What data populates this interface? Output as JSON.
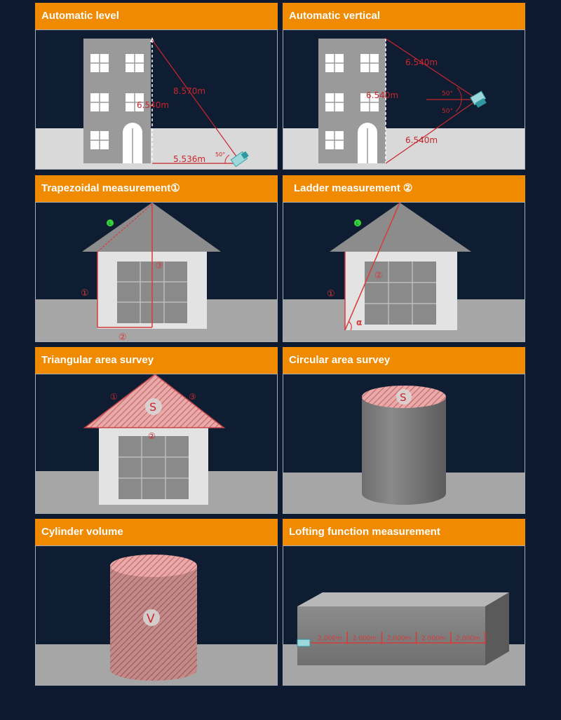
{
  "panels": [
    {
      "title": "Automatic level",
      "labels": {
        "hyp": "8.570m",
        "height": "6.540m",
        "base": "5.536m",
        "angle": "50°"
      }
    },
    {
      "title": "Automatic vertical",
      "labels": {
        "upper": "6.540m",
        "middle": "6.540m",
        "lower": "6.540m",
        "angle_up": "50°",
        "angle_down": "50°"
      }
    },
    {
      "title": "Trapezoidal measurement①",
      "labels": {
        "marker_L": "L",
        "m1": "①",
        "m2": "②",
        "m3": "③"
      }
    },
    {
      "title": "Ladder measurement ②",
      "labels": {
        "marker_L": "L",
        "m1": "①",
        "m2": "②",
        "alpha": "α"
      }
    },
    {
      "title": "Triangular area survey",
      "labels": {
        "area": "S",
        "m1": "①",
        "m2": "②",
        "m3": "③"
      }
    },
    {
      "title": "Circular area survey",
      "labels": {
        "area": "S"
      }
    },
    {
      "title": "Cylinder volume",
      "labels": {
        "volume": "V"
      }
    },
    {
      "title": "Lofting function measurement",
      "segments": [
        "2.000m",
        "2.000m",
        "2.000m",
        "2.000m",
        "2.000m"
      ]
    }
  ]
}
